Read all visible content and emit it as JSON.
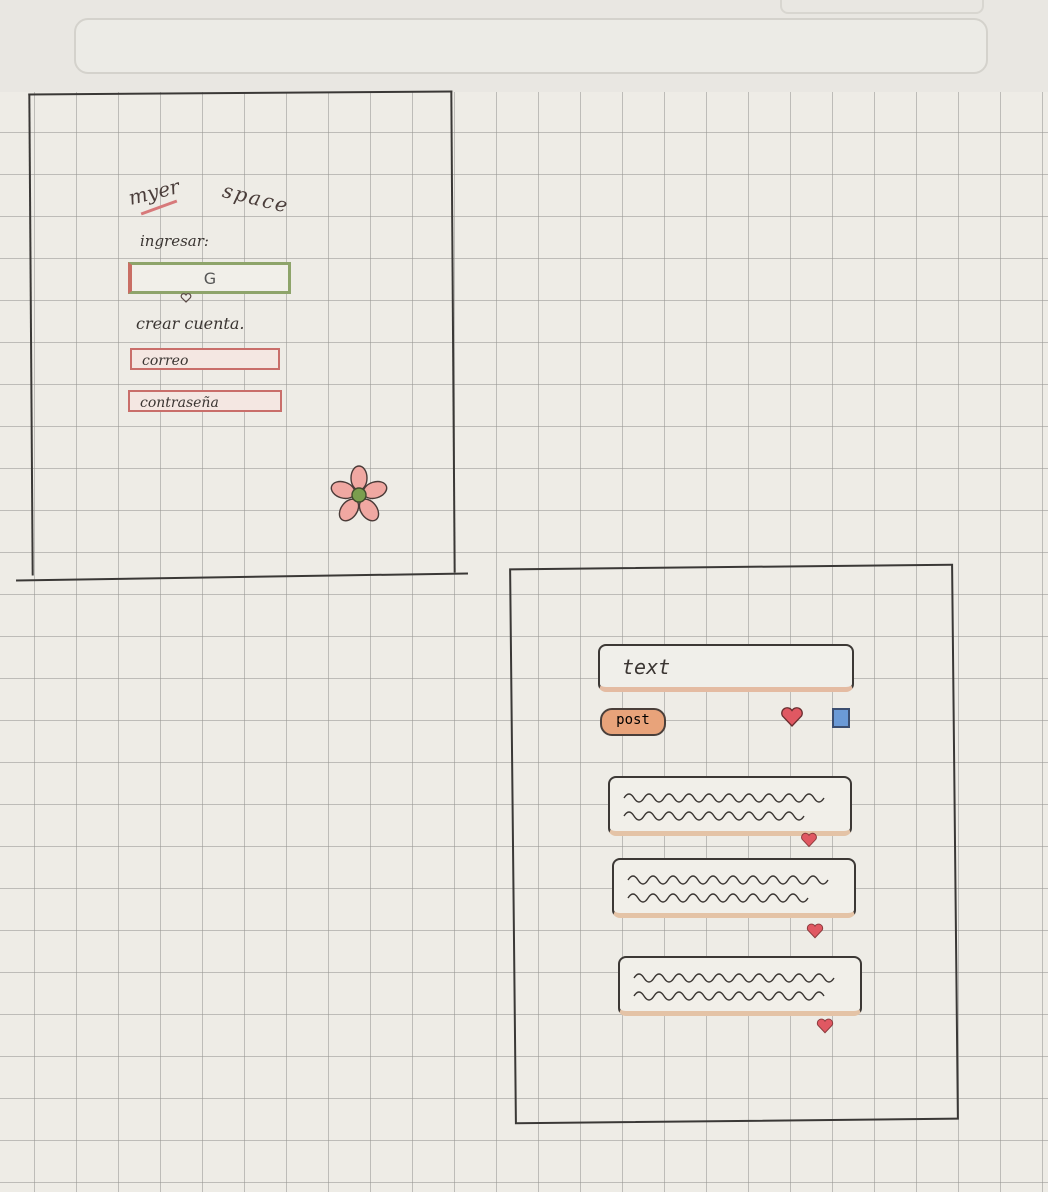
{
  "login_screen": {
    "title_part1": "myer",
    "title_part2": "space",
    "login_label": "ingresar:",
    "google_button_label": "G",
    "create_account_label": "crear cuenta.",
    "email_placeholder": "correo",
    "password_placeholder": "contraseña"
  },
  "feed_screen": {
    "compose_placeholder": "text",
    "post_button_label": "post",
    "icons": [
      "heart-icon",
      "bookmark-square-icon"
    ],
    "posts": [
      {
        "liked": true
      },
      {
        "liked": true
      },
      {
        "liked": true
      }
    ]
  },
  "colors": {
    "paper": "#eeece6",
    "grid": "#96968f",
    "ink": "#3a3836",
    "pink": "#e48b86",
    "green": "#8ea46a",
    "peach": "#e8a37a",
    "blue": "#6b9ad6"
  }
}
